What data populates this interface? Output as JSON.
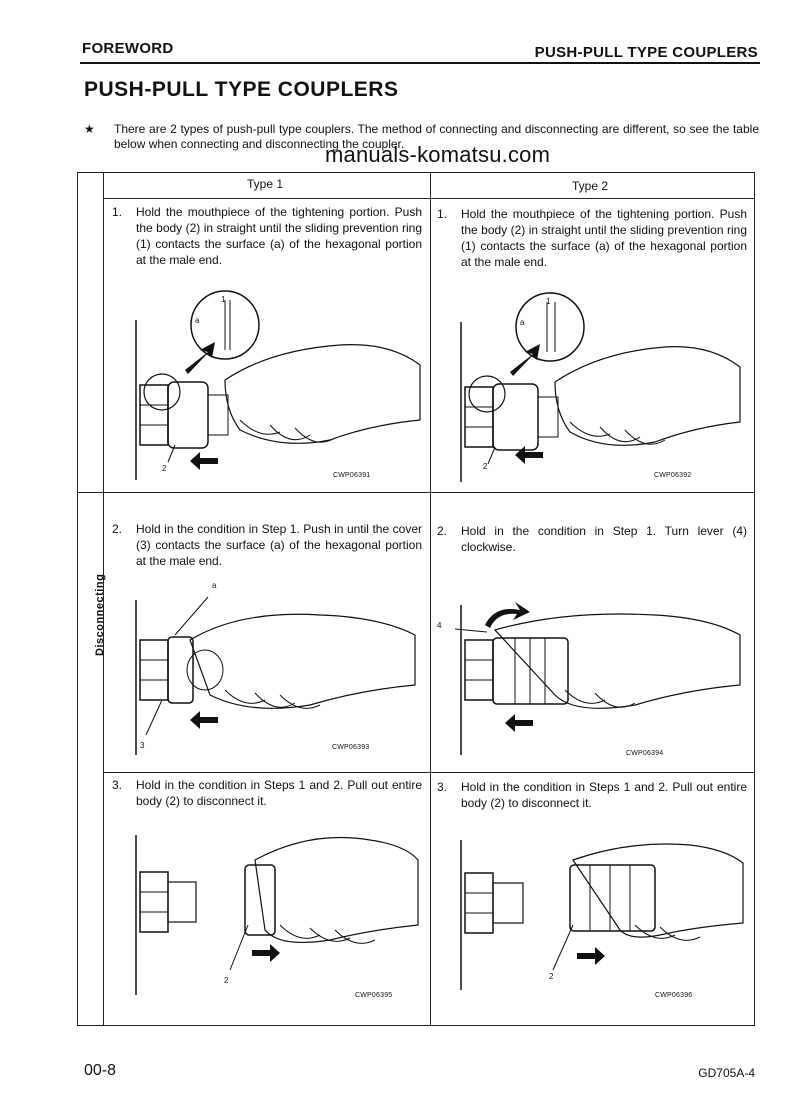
{
  "header": {
    "section": "FOREWORD",
    "topic": "PUSH-PULL TYPE COUPLERS"
  },
  "title": "PUSH-PULL TYPE COUPLERS",
  "intro": {
    "star": "★",
    "text": "There are 2 types of push-pull type couplers. The method of connecting and disconnecting are different, so see the table below when connecting and disconnecting the coupler."
  },
  "watermark": "manuals-komatsu.com",
  "table": {
    "side_label": "Disconnecting",
    "col1": "Type 1",
    "col2": "Type 2",
    "rows": [
      {
        "type1": {
          "num": "1.",
          "text": "Hold the mouthpiece of the tightening portion. Push the body (2) in straight until the sliding prevention ring (1) contacts the surface (a) of the hexagonal portion at the male end.",
          "code": "CWP06391",
          "callouts": [
            "1",
            "a",
            "2"
          ]
        },
        "type2": {
          "num": "1.",
          "text": "Hold the mouthpiece of the tightening portion. Push the body (2) in straight until the sliding prevention ring (1) contacts the surface (a) of the hexagonal portion at the male end.",
          "code": "CWP06392",
          "callouts": [
            "1",
            "a",
            "2"
          ]
        }
      },
      {
        "type1": {
          "num": "2.",
          "text": "Hold in the condition in Step 1. Push in until the cover (3) contacts the surface (a) of the hexagonal portion at the male end.",
          "code": "CWP06393",
          "callouts": [
            "a",
            "3"
          ]
        },
        "type2": {
          "num": "2.",
          "text": "Hold in the condition in Step 1. Turn lever (4) clockwise.",
          "code": "CWP06394",
          "callouts": [
            "4"
          ]
        }
      },
      {
        "type1": {
          "num": "3.",
          "text": "Hold in the condition in Steps 1 and 2. Pull out entire body (2) to disconnect it.",
          "code": "CWP06395",
          "callouts": [
            "2"
          ]
        },
        "type2": {
          "num": "3.",
          "text": "Hold in the condition in Steps 1 and 2. Pull out entire body (2) to disconnect it.",
          "code": "CWP06396",
          "callouts": [
            "2"
          ]
        }
      }
    ]
  },
  "footer": {
    "page": "00-8",
    "model": "GD705A-4"
  }
}
